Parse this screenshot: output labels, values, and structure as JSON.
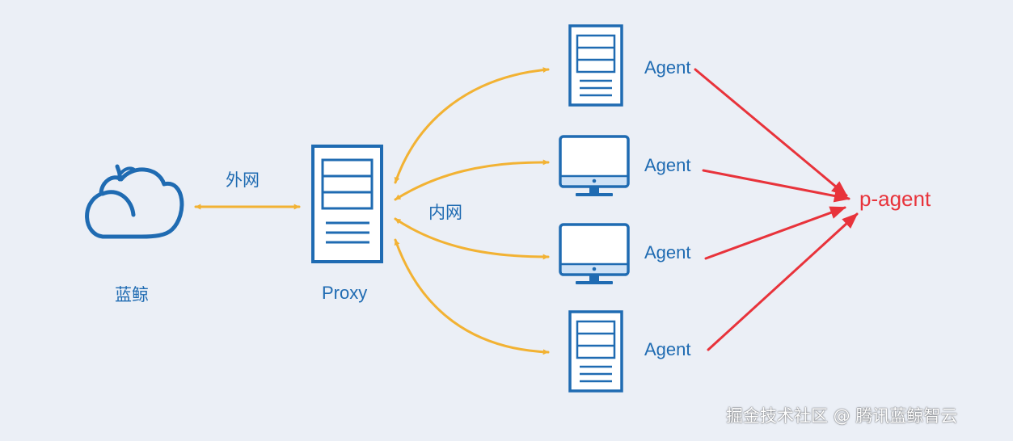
{
  "nodes": {
    "cloud": {
      "label": "蓝鲸",
      "icon": "cloud-icon"
    },
    "proxy": {
      "label": "Proxy",
      "icon": "server-icon"
    },
    "agents": [
      {
        "label": "Agent",
        "icon": "server-icon"
      },
      {
        "label": "Agent",
        "icon": "monitor-icon"
      },
      {
        "label": "Agent",
        "icon": "monitor-icon"
      },
      {
        "label": "Agent",
        "icon": "server-icon"
      }
    ],
    "p_agent": {
      "label": "p-agent"
    }
  },
  "edges": {
    "external_label": "外网",
    "internal_label": "内网"
  },
  "watermark": "掘金技术社区 @ 腾讯蓝鲸智云",
  "colors": {
    "background": "#ebeff6",
    "node_blue": "#1f6bb2",
    "arrow_orange": "#f2b233",
    "arrow_red": "#e8333b"
  }
}
